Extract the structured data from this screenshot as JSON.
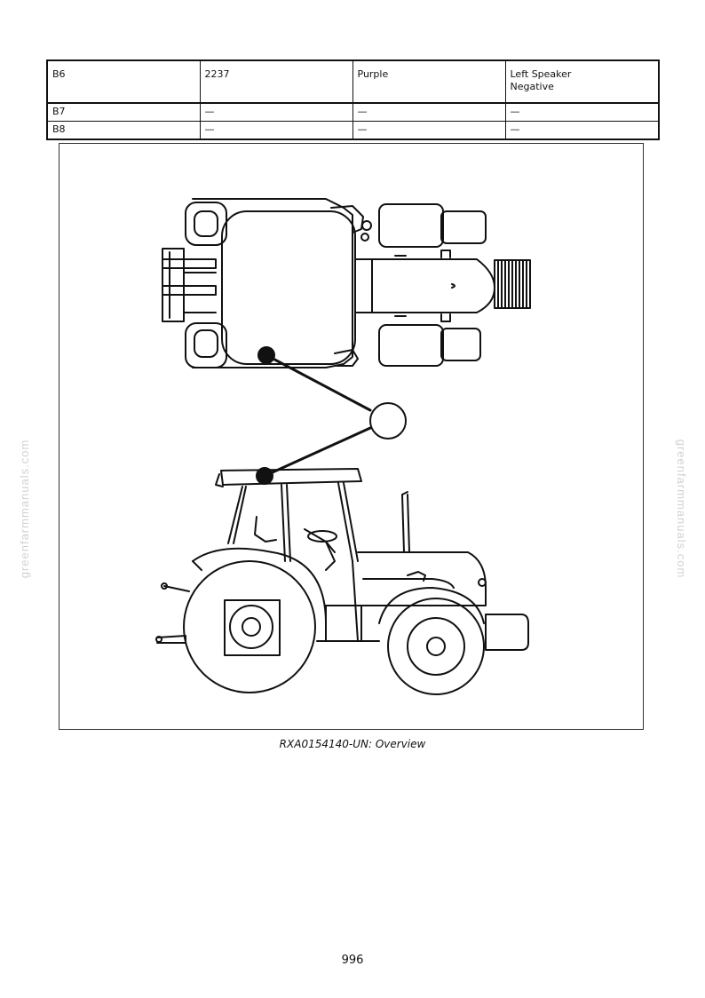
{
  "watermark": "greenfarmmanuals.com",
  "table": {
    "rows": [
      {
        "connector": "B6",
        "wire": "2237",
        "color": "Purple",
        "function_line1": "Left Speaker",
        "function_line2": "Negative"
      },
      {
        "connector": "B7",
        "wire": "—",
        "color": "—",
        "function_line1": "—",
        "function_line2": ""
      },
      {
        "connector": "B8",
        "wire": "—",
        "color": "—",
        "function_line1": "—",
        "function_line2": ""
      }
    ]
  },
  "figure": {
    "caption": "RXA0154140-UN: Overview",
    "icon": "tractor-line-drawing"
  },
  "page_number": "996"
}
